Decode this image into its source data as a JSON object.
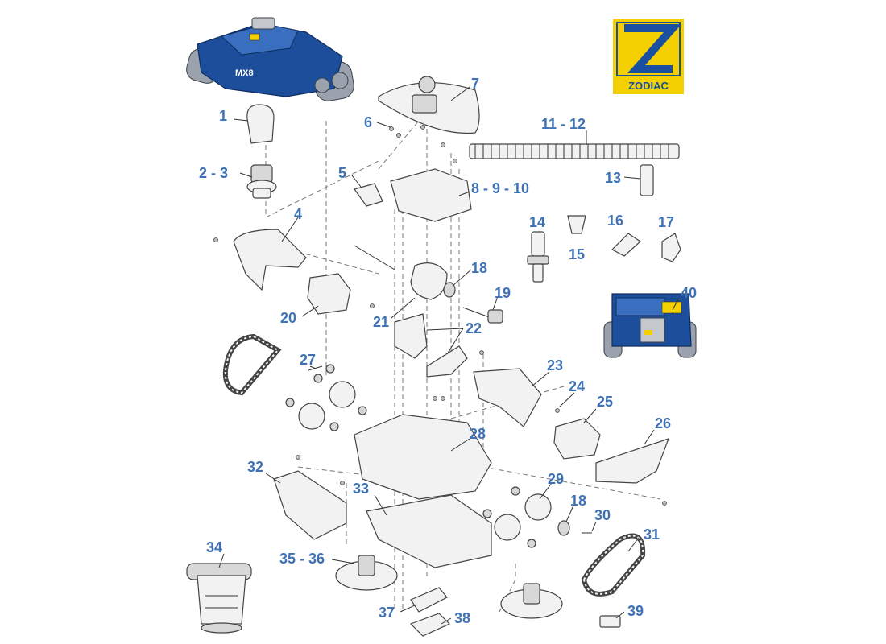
{
  "brand": {
    "logo_text": "ZODIAC",
    "colors": {
      "logo_yellow": "#f4d000",
      "logo_blue": "#1b4fa0",
      "label_blue": "#3f72b5",
      "robot_blue": "#1d4e9b"
    }
  },
  "robot_badge_text": "MX8",
  "part_labels": {
    "p1": "1",
    "p2_3": "2 - 3",
    "p4": "4",
    "p5": "5",
    "p6": "6",
    "p7": "7",
    "p8_9_10": "8 - 9 - 10",
    "p11_12": "11 - 12",
    "p13": "13",
    "p14": "14",
    "p15": "15",
    "p16": "16",
    "p17": "17",
    "p18a": "18",
    "p18b": "18",
    "p19": "19",
    "p20": "20",
    "p21": "21",
    "p22": "22",
    "p23": "23",
    "p24": "24",
    "p25": "25",
    "p26": "26",
    "p27": "27",
    "p28": "28",
    "p29": "29",
    "p30": "30",
    "p31": "31",
    "p32": "32",
    "p33": "33",
    "p34": "34",
    "p35_36": "35 - 36",
    "p37": "37",
    "p38": "38",
    "p39": "39",
    "p40": "40"
  }
}
